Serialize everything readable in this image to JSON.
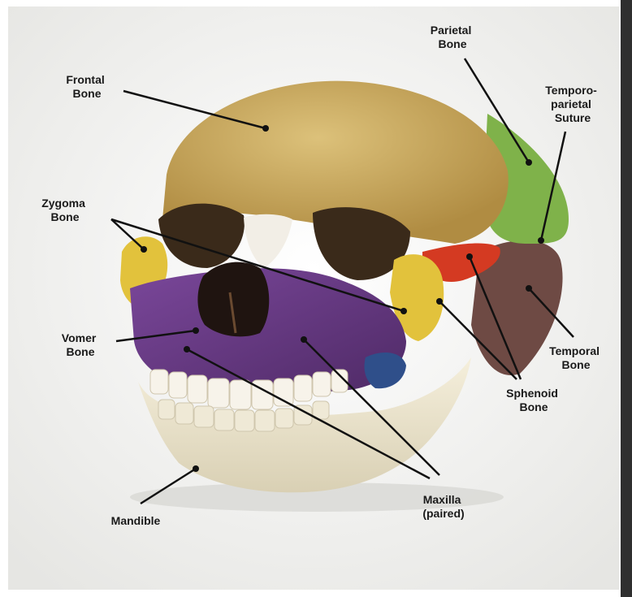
{
  "labels": {
    "frontal": [
      "Frontal",
      "Bone"
    ],
    "parietal": [
      "Parietal",
      "Bone"
    ],
    "temporoparietal": [
      "Temporo-",
      "parietal",
      "Suture"
    ],
    "zygoma": [
      "Zygoma",
      "Bone"
    ],
    "vomer": [
      "Vomer",
      "Bone"
    ],
    "temporal": [
      "Temporal",
      "Bone"
    ],
    "sphenoid": [
      "Sphenoid",
      "Bone"
    ],
    "maxilla": [
      "Maxilla",
      "(paired)"
    ],
    "mandible": [
      "Mandible"
    ]
  },
  "colors": {
    "frontal": "#c9a85a",
    "parietal": "#7fb24a",
    "temporal": "#6e4a44",
    "sphenoid": "#d43a22",
    "zygoma": "#e2c23c",
    "maxilla": "#6a3a86",
    "mandible": "#eee7cf",
    "nasal": "#f2eee6",
    "background": "#f3f3f1",
    "frame": "#2f2f2f"
  }
}
